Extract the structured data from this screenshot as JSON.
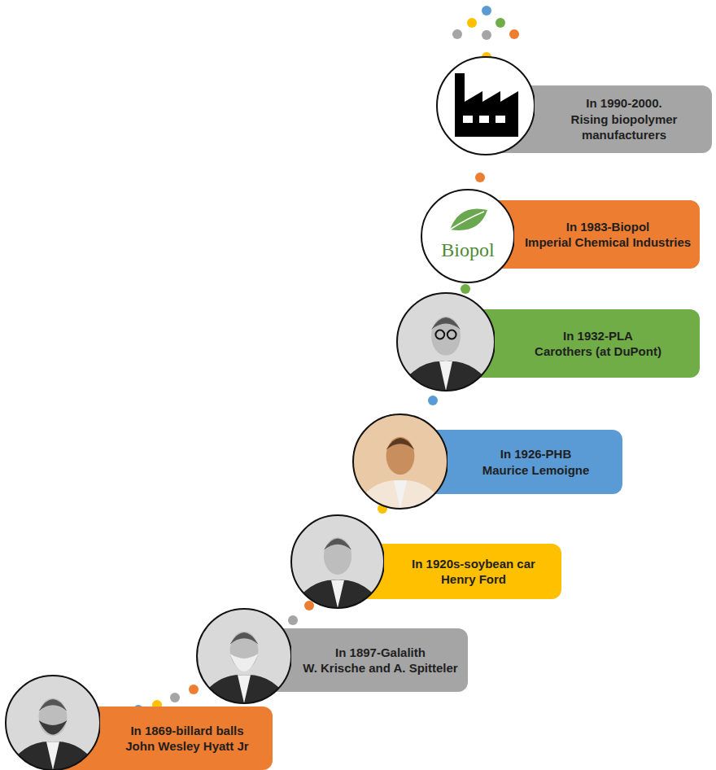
{
  "diagram": {
    "nodes": [
      {
        "text": [
          "In 1869-billard balls",
          "John Wesley Hyatt Jr"
        ]
      },
      {
        "text": [
          "In 1897-Galalith",
          "W. Krische and A. Spitteler"
        ]
      },
      {
        "text": [
          "In 1920s-soybean car",
          "Henry Ford"
        ]
      },
      {
        "text": [
          "In 1926-PHB",
          "Maurice Lemoigne"
        ]
      },
      {
        "text": [
          "In 1932-PLA",
          "Carothers (at DuPont)"
        ]
      },
      {
        "text": [
          "In 1983-Biopol",
          "Imperial Chemical Industries"
        ]
      },
      {
        "text": [
          "In 1990-2000.",
          "Rising biopolymer manufacturers"
        ]
      }
    ],
    "labels": [
      "Biopol"
    ]
  }
}
